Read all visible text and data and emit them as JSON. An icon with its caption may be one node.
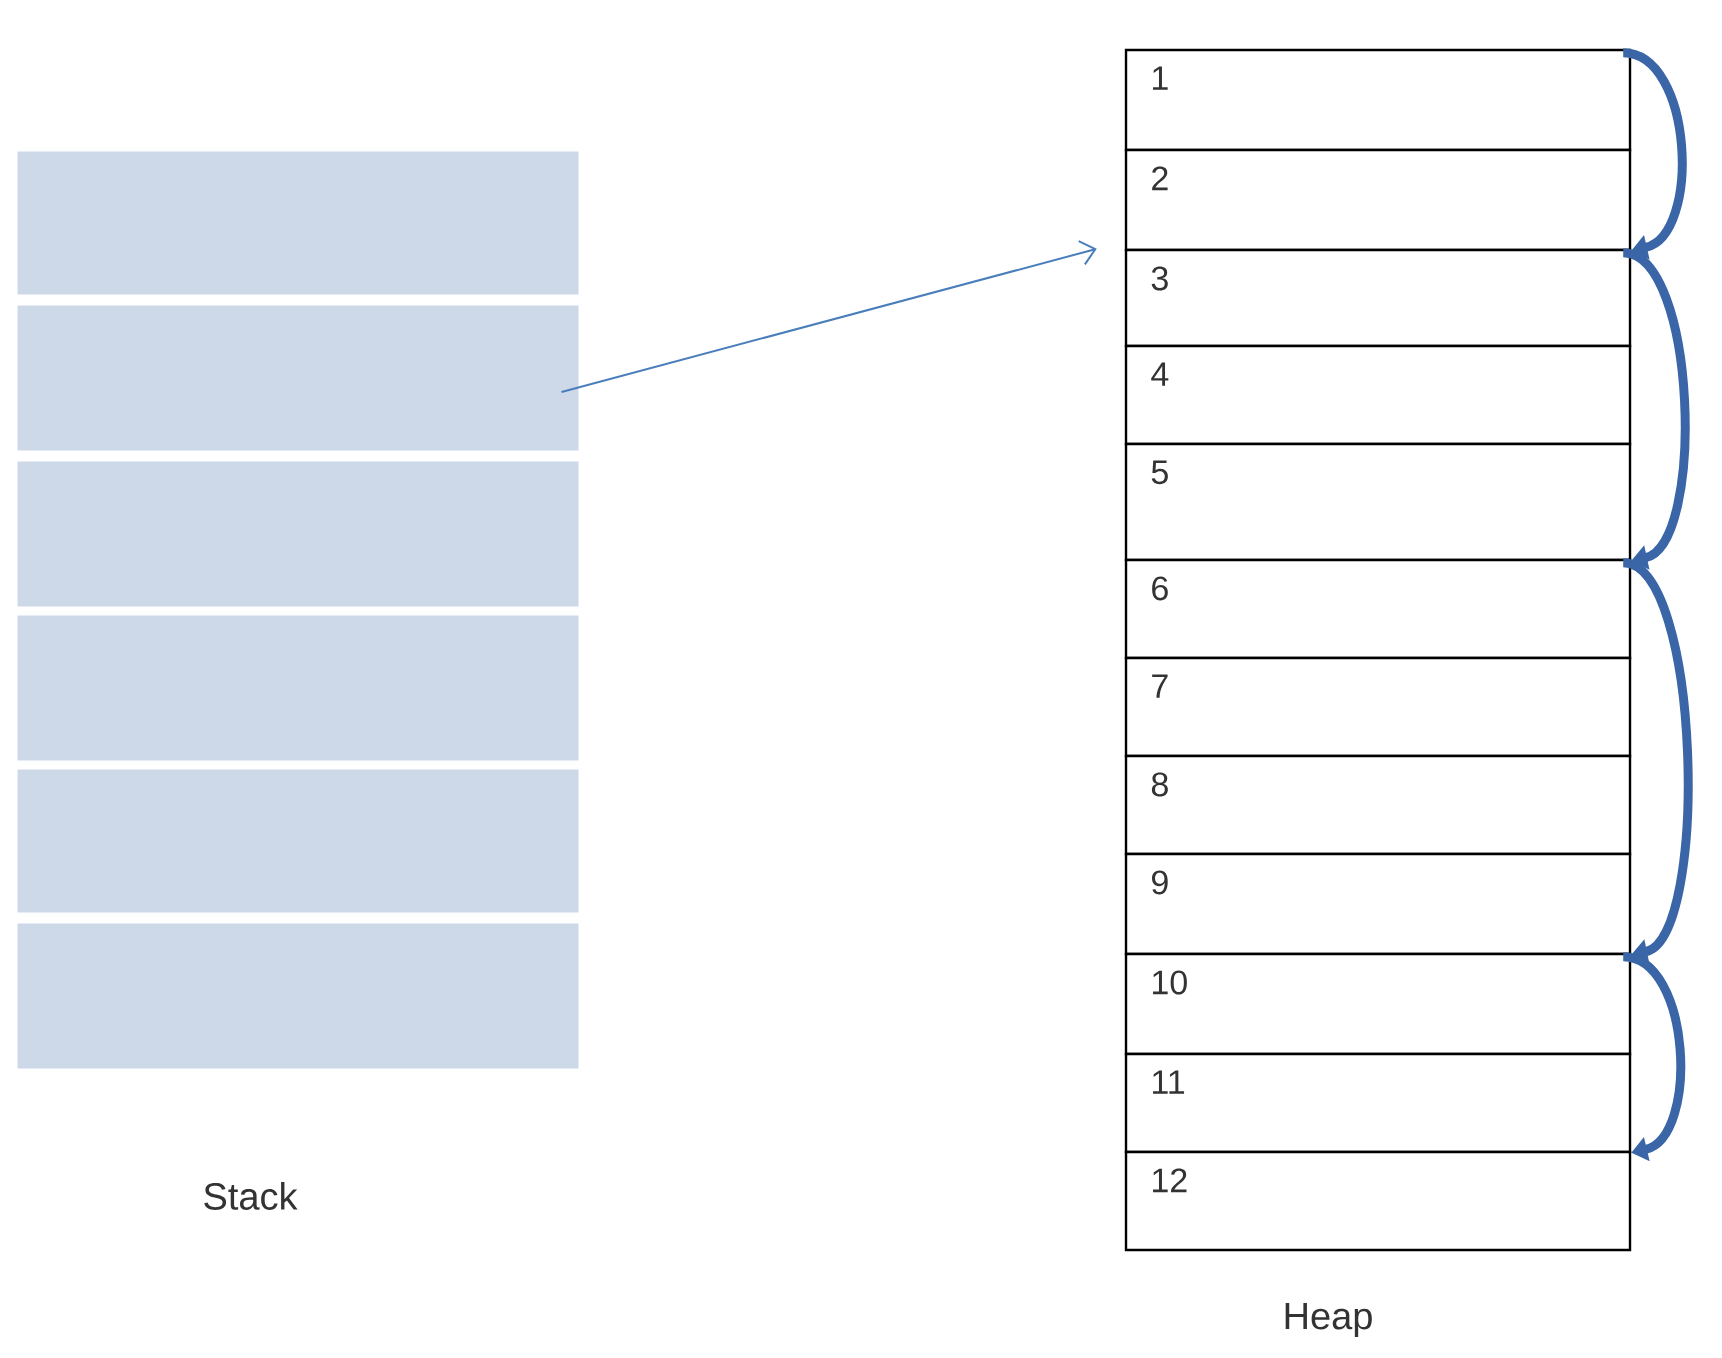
{
  "diagram": {
    "nodes": [
      {
        "text": [],
        "shape": "box"
      },
      {
        "text": [],
        "shape": "box"
      },
      {
        "text": [],
        "shape": "box"
      },
      {
        "text": [],
        "shape": "box"
      },
      {
        "text": [],
        "shape": "box"
      },
      {
        "text": [],
        "shape": "box"
      },
      {
        "text": [
          "1"
        ]
      },
      {
        "text": [
          "2"
        ]
      },
      {
        "text": [
          "3"
        ]
      },
      {
        "text": [
          "4"
        ]
      },
      {
        "text": [
          "5"
        ]
      },
      {
        "text": [
          "6"
        ]
      },
      {
        "text": [
          "7"
        ]
      },
      {
        "text": [
          "8"
        ]
      },
      {
        "text": [
          "9"
        ]
      },
      {
        "text": [
          "10"
        ]
      },
      {
        "text": [
          "11"
        ]
      },
      {
        "text": [
          "12"
        ]
      }
    ],
    "edges": [
      {
        "from": 1,
        "to": 8,
        "arrow": "to",
        "color": "#4a7ebb"
      },
      {
        "from": 6,
        "to": 8,
        "arrow": "to"
      },
      {
        "from": 8,
        "to": 11,
        "arrow": "to"
      },
      {
        "from": 11,
        "to": 15,
        "arrow": "to"
      },
      {
        "from": 15,
        "to": 17,
        "arrow": "to"
      }
    ],
    "labels": [
      "Stack",
      "Heap"
    ]
  }
}
